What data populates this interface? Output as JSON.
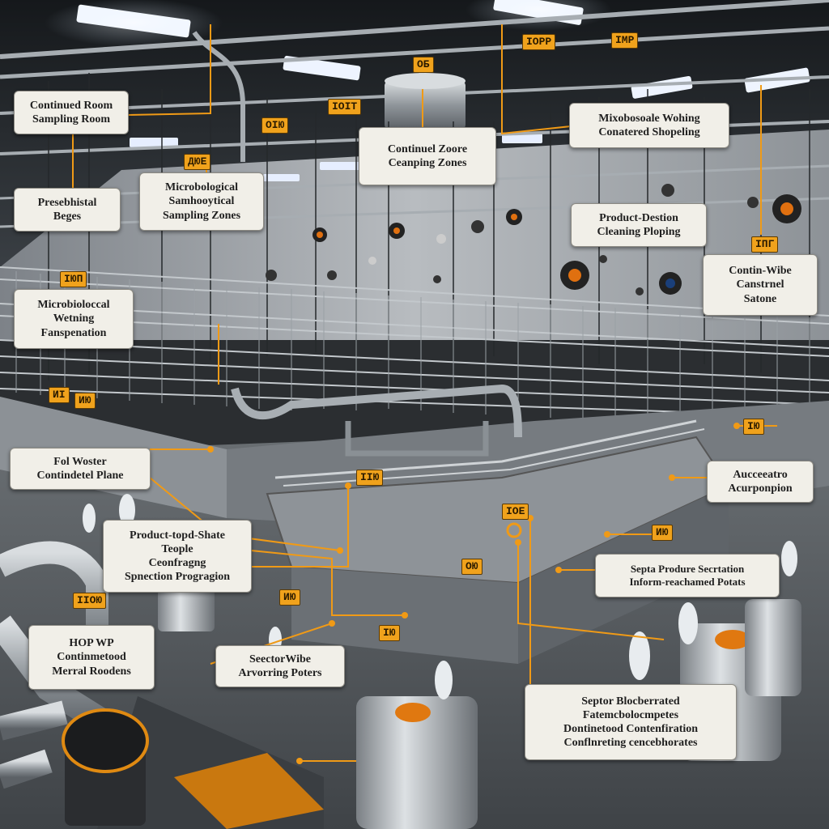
{
  "callouts": [
    {
      "id": "c1",
      "lines": [
        "Continued Room",
        "Sampling Room"
      ]
    },
    {
      "id": "c2",
      "lines": [
        "Presebhistal",
        "Beges"
      ]
    },
    {
      "id": "c3",
      "lines": [
        "Microbological",
        "Samhooytical",
        "Sampling Zones"
      ]
    },
    {
      "id": "c4",
      "lines": [
        "Continuel Zoore",
        "Ceanping Zones"
      ]
    },
    {
      "id": "c5",
      "lines": [
        "Mixobosoale Wohing",
        "Conatered Shopeling"
      ]
    },
    {
      "id": "c6",
      "lines": [
        "Product-Destion",
        "Cleaning Ploping"
      ]
    },
    {
      "id": "c7",
      "lines": [
        "Contin-Wibe",
        "Canstrnel",
        "Satone"
      ]
    },
    {
      "id": "c8",
      "lines": [
        "Microbioloccal",
        "Wetning",
        "Fanspenation"
      ]
    },
    {
      "id": "c9",
      "lines": [
        "Fol Woster",
        "Contindetel Plane"
      ]
    },
    {
      "id": "c10",
      "lines": [
        "Aucceeatro",
        "Acurponpion"
      ]
    },
    {
      "id": "c11",
      "lines": [
        "Product-topd-Shate",
        "Teople",
        "Ceonfragng",
        "Spnection Progragion"
      ]
    },
    {
      "id": "c12",
      "lines": [
        "Septa Produre Secrtation",
        "Inform-reachamed Potats"
      ]
    },
    {
      "id": "c13",
      "lines": [
        "HOP WP",
        "Continmetood",
        "Merral Roodens"
      ]
    },
    {
      "id": "c14",
      "lines": [
        "SeectorWibe",
        "Arvorring Poters"
      ]
    },
    {
      "id": "c15",
      "lines": [
        "Septor Blocberrated",
        "Fatemcbolocmpetes",
        "Dontinetood Contenfiration",
        "Conflnreting cencebhorates"
      ]
    }
  ],
  "tags": [
    "ІОРР",
    "ІМР",
    "ОБ",
    "ІОІТ",
    "ОІЮ",
    "ДЮЕ",
    "ІПГ",
    "ІЮП",
    "ИІ",
    "ИЮ",
    "ІЮ",
    "ІІЮ",
    "ІОЕ",
    "ИЮ",
    "ОЮ",
    "ІІОЮ",
    "ИЮ",
    "ІЮ"
  ],
  "colors": {
    "callout_bg": "#f1efe8",
    "leader_line": "#f09a16",
    "tag_bg": "#f0a21c",
    "wall": "#9ea3a8",
    "floor": "#5a5f63",
    "steel": "#b9bec3"
  }
}
